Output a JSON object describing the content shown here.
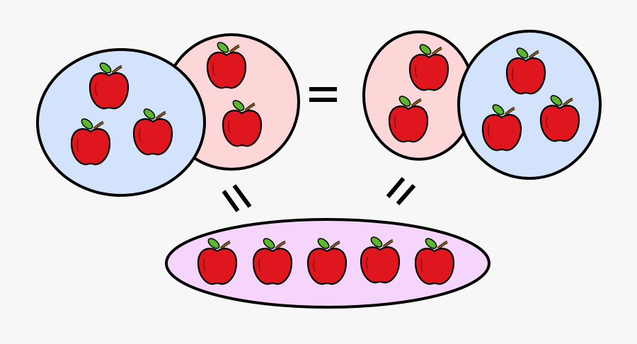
{
  "diagram": {
    "description_type": "apple addition commutativity",
    "groups": [
      {
        "id": "left-blue",
        "apples": 3,
        "fill": "#d3e3fc"
      },
      {
        "id": "left-pink",
        "apples": 2,
        "fill": "#fdd6d8"
      },
      {
        "id": "right-pink",
        "apples": 2,
        "fill": "#fdd6d8"
      },
      {
        "id": "right-blue",
        "apples": 3,
        "fill": "#d3e3fc"
      },
      {
        "id": "bottom-total",
        "apples": 5,
        "fill": "#f5d5fb"
      }
    ],
    "colors": {
      "background": "#f7f7f7",
      "outline": "#000000",
      "apple": "#e0161f",
      "leaf": "#5ab72e",
      "stem": "#8a5a1e"
    },
    "relations": [
      "equals-top",
      "equals-left-diagonal",
      "equals-right-diagonal"
    ]
  }
}
